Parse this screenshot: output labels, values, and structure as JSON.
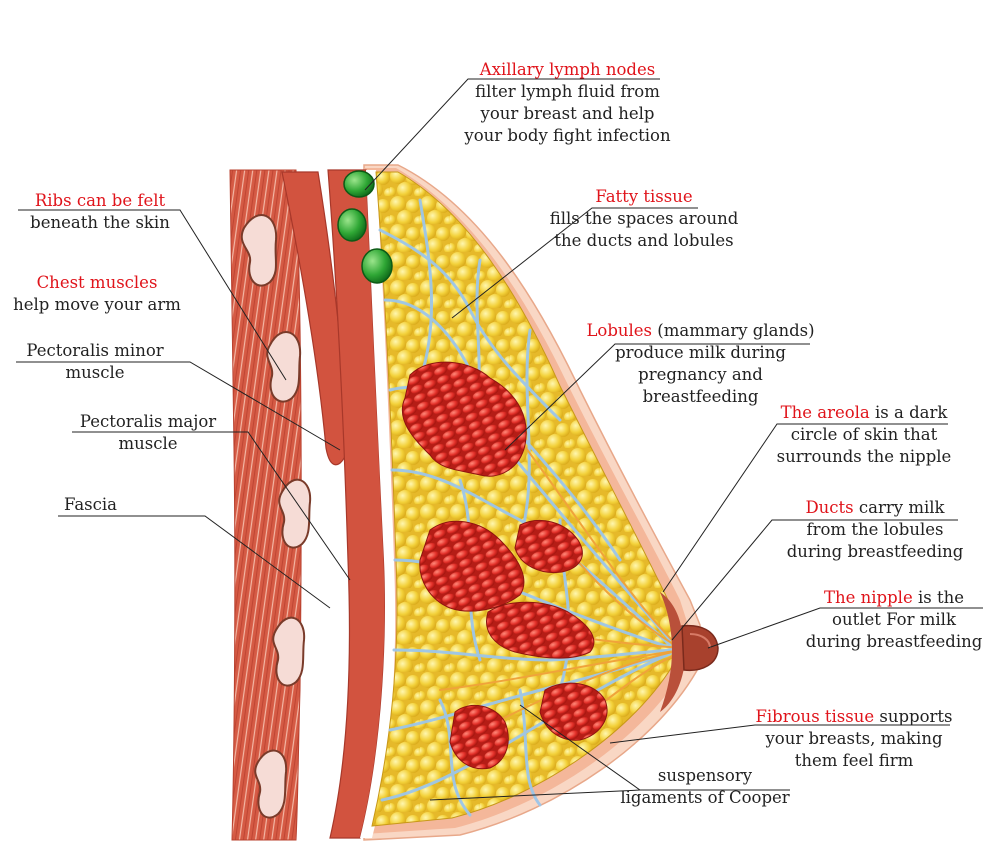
{
  "labels": {
    "axillary": {
      "title": "Axillary lymph nodes",
      "lines": [
        "filter lymph fluid  from",
        "your breast and help",
        "your body fight infection"
      ]
    },
    "fatty": {
      "title": "Fatty tissue",
      "lines": [
        "fills the spaces around",
        "the ducts and lobules"
      ]
    },
    "lobules": {
      "title": "Lobules",
      "title_rest": " (mammary glands)",
      "lines": [
        "produce milk during",
        "pregnancy and",
        "breastfeeding"
      ]
    },
    "areola": {
      "title": "The areola",
      "title_rest": " is a dark",
      "lines": [
        "circle of skin that",
        "surrounds the nipple"
      ]
    },
    "ducts": {
      "title": "Ducts",
      "title_rest": " carry milk",
      "lines": [
        "from the lobules",
        "during breastfeeding"
      ]
    },
    "nipple": {
      "title": "The nipple",
      "title_rest": " is the",
      "lines": [
        "outlet For milk",
        "during breastfeeding"
      ]
    },
    "fibrous": {
      "title": "Fibrous tissue",
      "title_rest": " supports",
      "lines": [
        "your breasts, making",
        "them feel firm"
      ]
    },
    "ligaments": {
      "lines": [
        "suspensory",
        "ligaments of Cooper"
      ]
    },
    "ribs": {
      "title": "Ribs can be felt",
      "lines": [
        "beneath the skin"
      ]
    },
    "chest": {
      "title": "Chest muscles",
      "lines": [
        "help move your arm"
      ]
    },
    "pec_minor": {
      "lines": [
        "Pectoralis minor",
        "muscle"
      ]
    },
    "pec_major": {
      "lines": [
        "Pectoralis major",
        "muscle"
      ]
    },
    "fascia": {
      "lines": [
        "Fascia"
      ]
    }
  },
  "colors": {
    "label_red": "#e0141b",
    "muscle": "#d2533f",
    "fat": "#f1cc28",
    "lobule": "#e4312a",
    "duct": "#9cc6ea",
    "lymph_node": "#2fa735",
    "skin": "#f6c3a6"
  }
}
